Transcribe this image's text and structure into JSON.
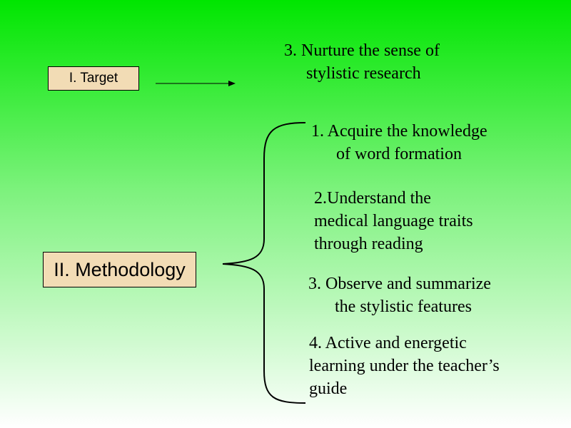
{
  "target": {
    "label": "I. Target"
  },
  "methodology": {
    "label": "II. Methodology"
  },
  "target_item": {
    "line1": "3. Nurture the sense of",
    "line2": "stylistic research"
  },
  "methods": [
    {
      "line1": "1. Acquire the knowledge",
      "line2": "of word formation"
    },
    {
      "line1": "2.Understand the",
      "line2": "medical language traits",
      "line3": "through reading"
    },
    {
      "line1": "3.  Observe and summarize",
      "line2": "the stylistic features"
    },
    {
      "line1": "4. Active   and energetic",
      "line2": "learning under the teacher’s",
      "line3": "guide"
    }
  ],
  "colors": {
    "box_fill": "#f2dcb5",
    "background_top": "#00e600",
    "background_bottom": "#ffffff"
  }
}
